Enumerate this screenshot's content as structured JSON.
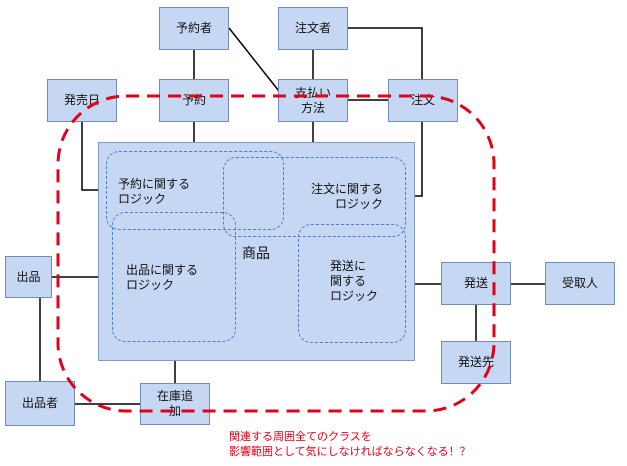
{
  "nodes": {
    "reserver": "予約者",
    "orderer": "注文者",
    "release_date": "発売日",
    "reservation": "予約",
    "payment_method": "支払い\n方法",
    "order": "注文",
    "listing": "出品",
    "lister": "出品者",
    "stock_add": "在庫追\n加",
    "shipping": "発送",
    "shipping_dest": "発送先",
    "recipient": "受取人"
  },
  "product": {
    "title": "商品",
    "logic_reservation": "予約に関する\nロジック",
    "logic_order": "注文に関する\nロジック",
    "logic_listing": "出品に関する\nロジック",
    "logic_shipping": "発送に\n関する\nロジック"
  },
  "annotation": {
    "line1": "関連する周囲全てのクラスを",
    "line2": "影響範囲として気にしなければならなくなる！？"
  },
  "colors": {
    "box_fill": "#c5d7f2",
    "inner_dash": "#4a7bd0",
    "impact_boundary": "#e0001b"
  }
}
